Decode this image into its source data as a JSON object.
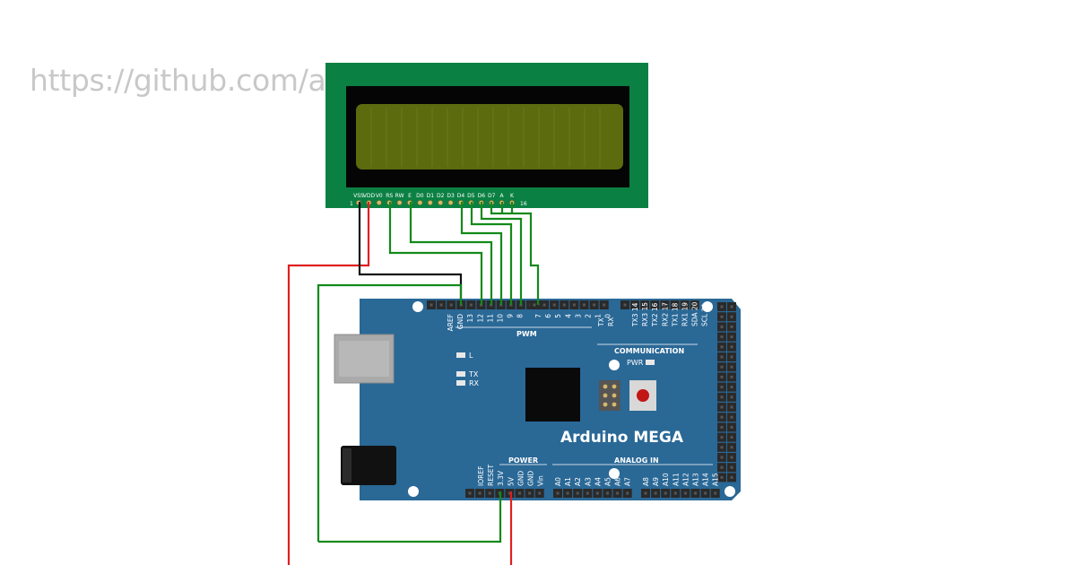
{
  "watermark_url": "https://github.com/ad                                    on-us",
  "lcd": {
    "pin_labels": [
      "VSS",
      "VDD",
      "V0",
      "RS",
      "RW",
      "E",
      "D0",
      "D1",
      "D2",
      "D3",
      "D4",
      "D5",
      "D6",
      "D7",
      "A",
      "K"
    ],
    "pin_first": "1",
    "pin_last": "16"
  },
  "board": {
    "name": "Arduino MEGA",
    "pwm_label": "PWM",
    "communication_label": "COMMUNICATION",
    "power_label": "POWER",
    "analog_label": "ANALOG IN",
    "pwr_led_label": "PWR",
    "led_labels": [
      "L",
      "TX",
      "RX"
    ],
    "top_pins_left": [
      "AREF",
      "GND",
      "13",
      "12",
      "11",
      "10",
      "9",
      "8"
    ],
    "top_pins_mid": [
      "7",
      "6",
      "5",
      "4",
      "3",
      "2",
      "1",
      "0"
    ],
    "top_pins_mid_sub": [
      "TX",
      "RX"
    ],
    "top_pins_comm": [
      "TX3 14",
      "RX3 15",
      "TX2 16",
      "RX2 17",
      "TX1 18",
      "RX1 19",
      "SDA 20",
      "SCL 21"
    ],
    "power_pins": [
      "IOREF",
      "RESET",
      "3.3V",
      "5V",
      "GND",
      "GND",
      "Vin"
    ],
    "analog_pins_a": [
      "A0",
      "A1",
      "A2",
      "A3",
      "A4",
      "A5",
      "A6",
      "A7"
    ],
    "analog_pins_b": [
      "A8",
      "A9",
      "A10",
      "A11",
      "A12",
      "A13",
      "A14",
      "A15"
    ]
  },
  "colors": {
    "lcd_pcb": "#0b8043",
    "lcd_screen": "#5c6b0e",
    "board": "#2a6896",
    "wire_red": "#e02020",
    "wire_black": "#111111",
    "wire_green": "#138a1a"
  }
}
